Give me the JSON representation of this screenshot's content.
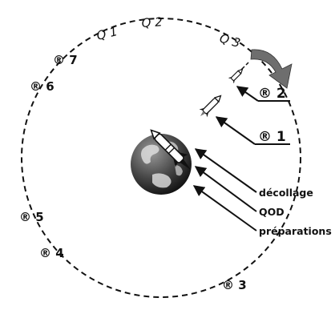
{
  "diagram": {
    "q_labels": [
      "Q 1",
      "Q 2",
      "Q 3"
    ],
    "orbit_markers": [
      "® 7",
      "® 6",
      "® 5",
      "® 4",
      "® 3"
    ],
    "callouts": [
      "® 2",
      "® 1"
    ],
    "stages": [
      "décollage",
      "QOD",
      "préparations"
    ],
    "colors": {
      "stroke": "#111111",
      "earth_ocean": "#5a5a5a",
      "earth_land": "#e6e6e6",
      "orbit_arrow": "#6e6e6e"
    }
  }
}
